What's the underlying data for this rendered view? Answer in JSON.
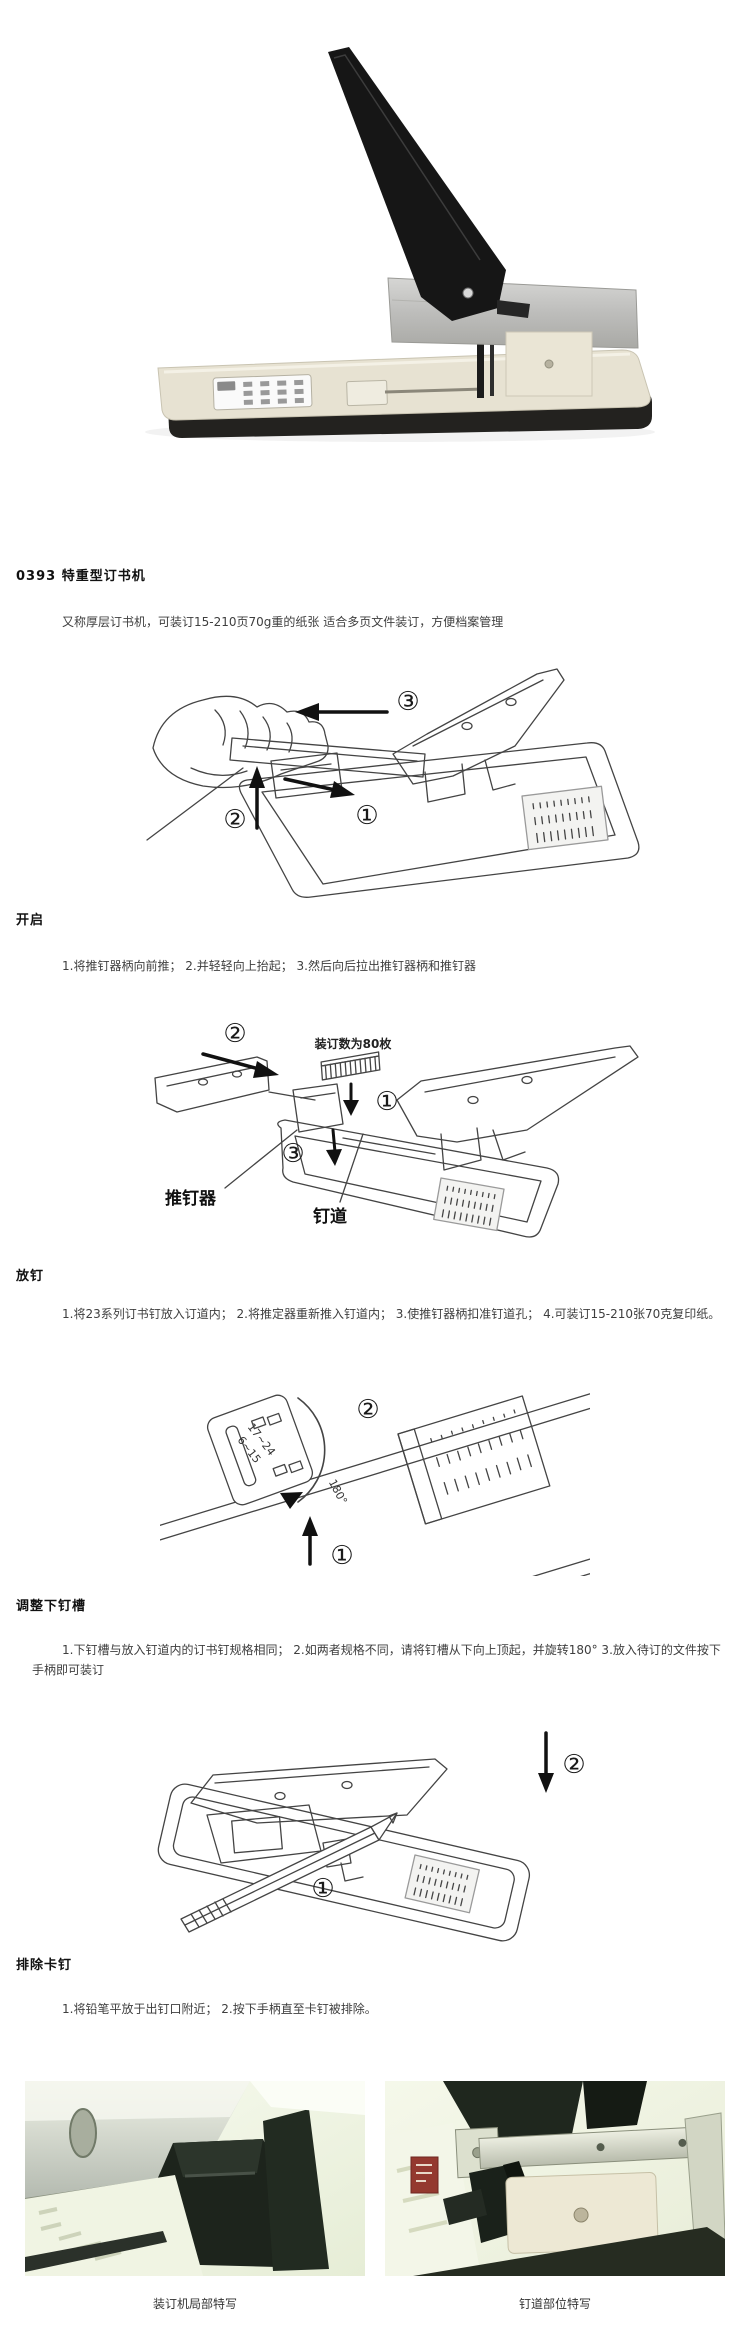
{
  "page": {
    "title": "0393 特重型订书机",
    "intro": "又称厚层订书机，可装订15-210页70g重的纸张 适合多页文件装订，方便档案管理"
  },
  "sections": [
    {
      "heading": "开启",
      "body": "1.将推钉器柄向前推； 2.并轻轻向上抬起； 3.然后向后拉出推钉器柄和推钉器"
    },
    {
      "heading": "放钉",
      "body": "1.将23系列订书钉放入订道内； 2.将推定器重新推入钉道内； 3.使推钉器柄扣准钉道孔； 4.可装订15-210张70克复印纸。"
    },
    {
      "heading": "调整下钉槽",
      "body": "1.下钉槽与放入钉道内的订书钉规格相同； 2.如两者规格不同，请将钉槽从下向上顶起，并旋转180° 3.放入待订的文件按下手柄即可装订"
    },
    {
      "heading": "排除卡钉",
      "body": "1.将铅笔平放于出钉口附近； 2.按下手柄直至卡钉被排除。"
    }
  ],
  "figures": {
    "fig1": {
      "step1": "①",
      "step2": "②",
      "step3": "③"
    },
    "fig2": {
      "step1": "①",
      "step2": "②",
      "step3": "③",
      "staple_note": "装订数为80枚",
      "pusher_label": "推钉器",
      "channel_label": "钉道"
    },
    "fig3": {
      "step1": "①",
      "step2": "②",
      "rotate_label": "180°",
      "spec_top": "17~24",
      "spec_bottom": "6~15"
    },
    "fig4": {
      "step1": "①",
      "step2": "②"
    }
  },
  "photos": {
    "left_caption": "装订机局部特写",
    "right_caption": "钉道部位特写"
  }
}
